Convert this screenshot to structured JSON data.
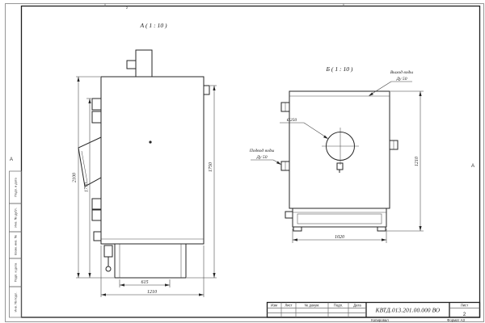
{
  "frame": {
    "zone_letter_left": "А",
    "zone_letter_right": "А",
    "zone_number_top": "2"
  },
  "margin_stamps": [
    "Подп. и дата",
    "Инв. № дубл.",
    "Взам. инв. №",
    "Подп. и дата",
    "Инв. № подл."
  ],
  "view_a": {
    "label": "А ( 1 : 10 )",
    "dim_total_height": "2100",
    "dim_door_height": "1770",
    "dim_right_height": "1750",
    "dim_base_width": "615",
    "dim_total_width": "1210"
  },
  "view_b": {
    "label": "Б ( 1 : 10 )",
    "hole_diameter": "Ø250",
    "dim_height": "1210",
    "dim_width": "1020",
    "outlet_label": "Выход воды",
    "outlet_size": "Ду 50",
    "inlet_label": "Подвод воды",
    "inlet_size": "Ду 50"
  },
  "title_block": {
    "col_izm": "Изм",
    "col_list": "Лист",
    "col_docum": "№ докум.",
    "col_podp": "Подп.",
    "col_data": "Дата",
    "doc_number": "КВТД.013.201.00.000 ВО",
    "sheet_label": "Лист",
    "sheet_number": "2",
    "copied_label": "Копировал",
    "format_label": "Формат А3"
  }
}
